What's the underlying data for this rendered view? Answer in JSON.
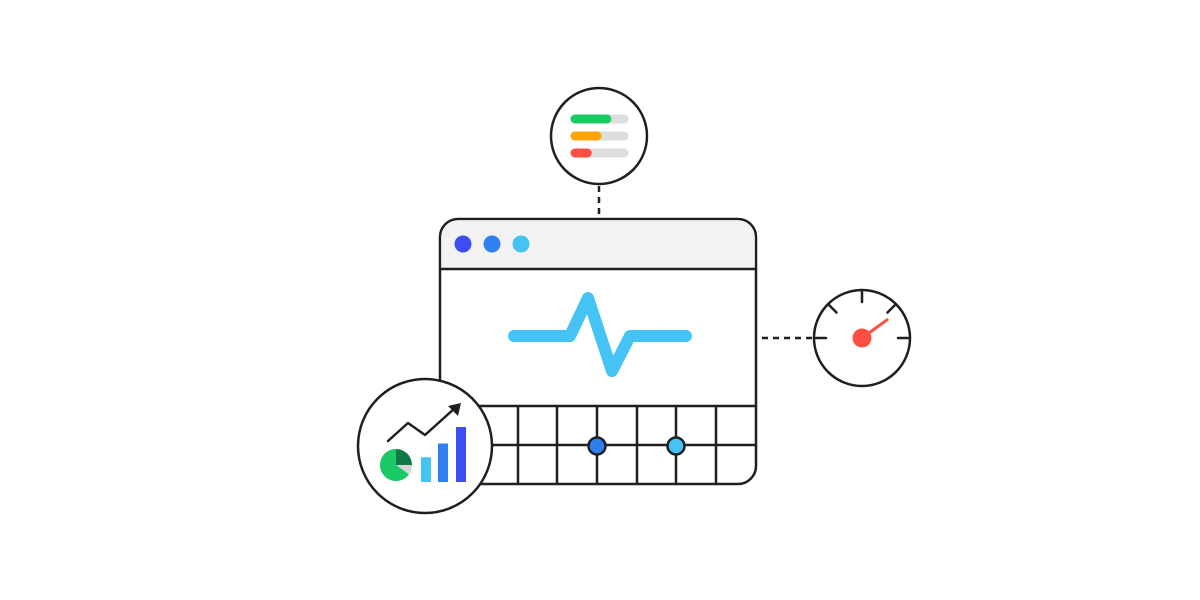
{
  "colors": {
    "background": "#ffffff",
    "outline": "#1f1f1f",
    "titlebar_fill": "#f2f2f2",
    "dot_1": "#3d4ef0",
    "dot_2": "#2f7ff0",
    "dot_3": "#45c3f5",
    "pulse": "#45c3f5",
    "grid_point_1": "#2f7ff0",
    "grid_point_2": "#45c3f5",
    "gauge_needle": "#ff4f43",
    "bar_track": "#dedede",
    "bar_green": "#19c964",
    "bar_orange": "#ffa300",
    "bar_red": "#ff4f43",
    "pie_green": "#19c964",
    "pie_dark": "#0f7a45",
    "pie_rest": "#d6d6d6",
    "chart_bar_1": "#45c3f5",
    "chart_bar_2": "#2f7ff0",
    "chart_bar_3": "#3d4ef0",
    "trend_line": "#1f1f1f"
  },
  "icons": {
    "window": "browser-window-icon",
    "pulse": "heartbeat-pulse-icon",
    "progress_bars": "progress-bars-icon",
    "gauge": "speedometer-gauge-icon",
    "analytics": "analytics-chart-icon"
  },
  "progress_levels": [
    0.65,
    0.45,
    0.25
  ],
  "gauge_level": 0.8,
  "pie_share": 0.65,
  "analytics_bars": [
    0.45,
    0.7,
    1.0
  ]
}
